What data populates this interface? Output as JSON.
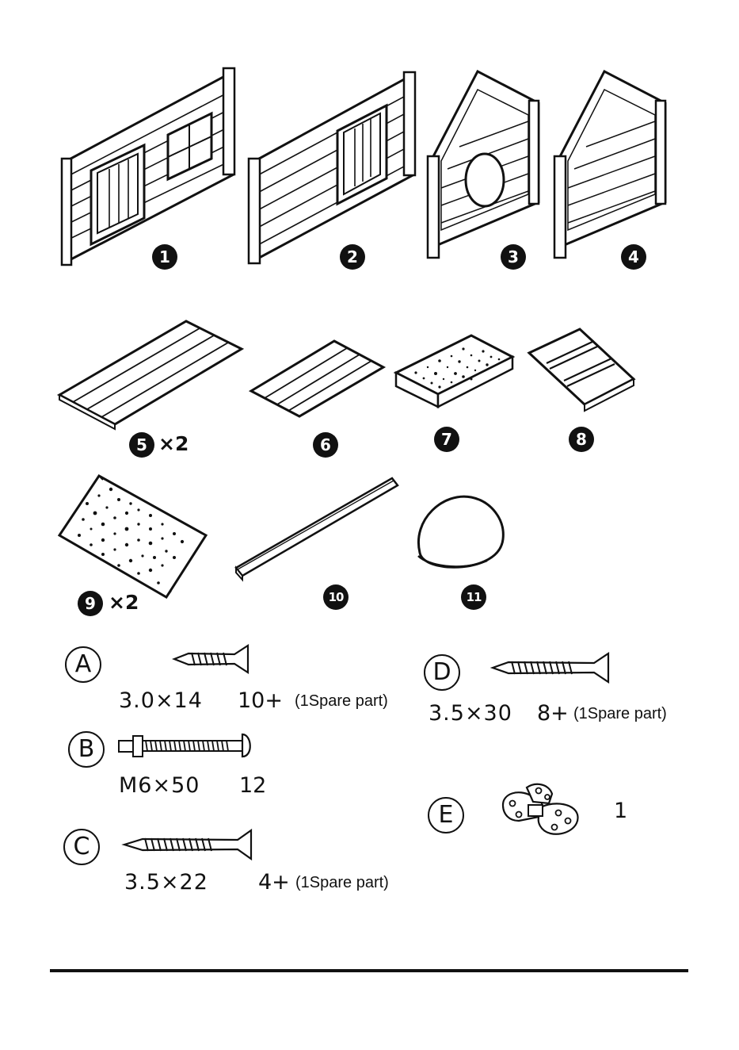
{
  "parts": [
    {
      "number": "1",
      "quantity": ""
    },
    {
      "number": "2",
      "quantity": ""
    },
    {
      "number": "3",
      "quantity": ""
    },
    {
      "number": "4",
      "quantity": ""
    },
    {
      "number": "5",
      "quantity": "×2"
    },
    {
      "number": "6",
      "quantity": ""
    },
    {
      "number": "7",
      "quantity": ""
    },
    {
      "number": "8",
      "quantity": ""
    },
    {
      "number": "9",
      "quantity": "×2"
    },
    {
      "number": "10",
      "quantity": ""
    },
    {
      "number": "11",
      "quantity": ""
    }
  ],
  "hardware": [
    {
      "letter": "A",
      "size": "3.0×14",
      "count": "10+",
      "note": "(1Spare part)"
    },
    {
      "letter": "B",
      "size": "M6×50",
      "count": "12",
      "note": ""
    },
    {
      "letter": "C",
      "size": "3.5×22",
      "count": "4+",
      "note": "(1Spare part)"
    },
    {
      "letter": "D",
      "size": "3.5×30",
      "count": "8+",
      "note": "(1Spare part)"
    },
    {
      "letter": "E",
      "size": "",
      "count": "1",
      "note": ""
    }
  ]
}
